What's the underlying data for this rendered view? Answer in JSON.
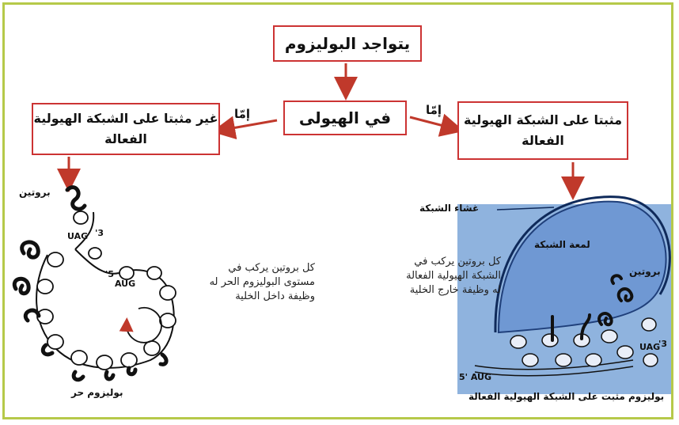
{
  "title": "يتواجد البوليزوم",
  "center": "في الهيولى",
  "branch_left": {
    "label": "إمّا",
    "box": "غير مثبتا على الشبكة الهيولية الفعالة"
  },
  "branch_right": {
    "label": "إمّا",
    "box": "مثبتا على الشبكة الهيولية الفعالة"
  },
  "left_diagram": {
    "protein": "بروتين",
    "uag": "UAG",
    "three_prime": "3'",
    "five_prime": "5'",
    "aug": "AUG",
    "caption": "بوليزوم حر",
    "note": [
      "كل بروتين يركب في",
      "مستوى البوليزوم الحر له",
      "وظيفة داخل الخلية"
    ]
  },
  "right_diagram": {
    "membrane": "غشاء الشبكة",
    "lumen": "لمعة الشبكة",
    "protein": "بروتين",
    "uag": "UAG",
    "three_prime": "3'",
    "five_prime_aug": "5' AUG",
    "caption": "بوليزوم مثبت على الشبكة الهيولية الفعالة",
    "note": [
      "كل بروتين يركب في",
      "الشبكة الهيولية الفعالة",
      "له وظيفة خارج الخلية"
    ]
  },
  "colors": {
    "frame": "#b6c94a",
    "arrow": "#c0392b",
    "panel": "#8fb3de",
    "lumen": "#6f98d3"
  }
}
